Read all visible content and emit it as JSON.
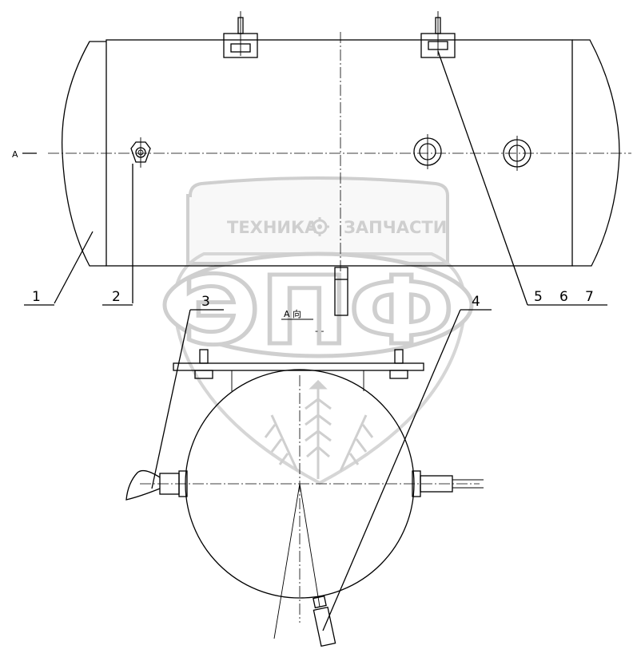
{
  "callouts": [
    "1",
    "2",
    "3",
    "4",
    "5",
    "6",
    "7"
  ],
  "view_marker": {
    "left": "A",
    "arrow_label": "A 向",
    "dots": "- -"
  },
  "watermark": {
    "brand_left": "ТЕХНИКА",
    "brand_right": "ЗАПЧАСТИ",
    "logo": "ЭПФ"
  },
  "colors": {
    "line": "#000000",
    "watermark": "#cfcfcf"
  }
}
